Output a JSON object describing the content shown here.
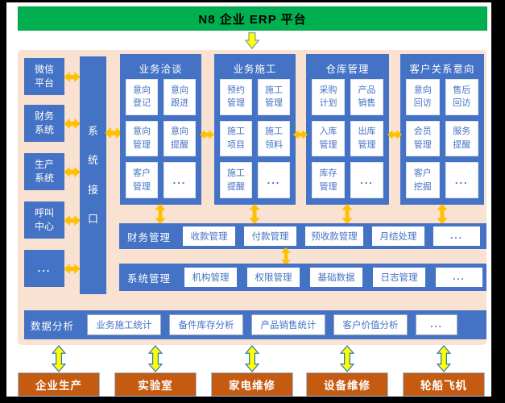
{
  "banner": {
    "title": "N8 企业 ERP 平台"
  },
  "colors": {
    "banner_green": "#00b050",
    "panel_peach": "#f9e2d2",
    "box_blue": "#4472c4",
    "industry_orange": "#c55a11",
    "arrow_orange": "#ffc000",
    "arrow_yellow": "#ffff00"
  },
  "interface_box": {
    "label": "系\n统\n接\n口"
  },
  "external_systems": [
    {
      "label": "微信\n平台"
    },
    {
      "label": "财务\n系统"
    },
    {
      "label": "生产\n系统"
    },
    {
      "label": "呼叫\n中心"
    },
    {
      "label": "..."
    }
  ],
  "modules": [
    {
      "title": "业务洽谈",
      "items": [
        "意向\n登记",
        "意向\n跟进",
        "意向\n管理",
        "意向\n提醒",
        "客户\n管理",
        "..."
      ]
    },
    {
      "title": "业务施工",
      "items": [
        "预约\n管理",
        "施工\n管理",
        "施工\n项目",
        "施工\n领料",
        "施工\n提醒",
        "..."
      ]
    },
    {
      "title": "仓库管理",
      "items": [
        "采购\n计划",
        "产品\n销售",
        "入库\n管理",
        "出库\n管理",
        "库存\n管理",
        "..."
      ]
    },
    {
      "title": "客户关系意向",
      "items": [
        "意向\n回访",
        "售后\n回访",
        "会员\n管理",
        "服务\n提醒",
        "客户\n挖掘",
        "..."
      ]
    }
  ],
  "rows": [
    {
      "title": "财务管理",
      "items": [
        "收款管理",
        "付款管理",
        "预收款管理",
        "月结处理",
        "..."
      ]
    },
    {
      "title": "系统管理",
      "items": [
        "机构管理",
        "权限管理",
        "基础数据",
        "日志管理",
        "..."
      ]
    },
    {
      "title": "数据分析",
      "items": [
        "业务施工统计",
        "备件库存分析",
        "产品销售统计",
        "客户价值分析",
        "..."
      ]
    }
  ],
  "industries": [
    {
      "label": "企业生产"
    },
    {
      "label": "实验室"
    },
    {
      "label": "家电维修"
    },
    {
      "label": "设备维修"
    },
    {
      "label": "轮船飞机"
    }
  ]
}
